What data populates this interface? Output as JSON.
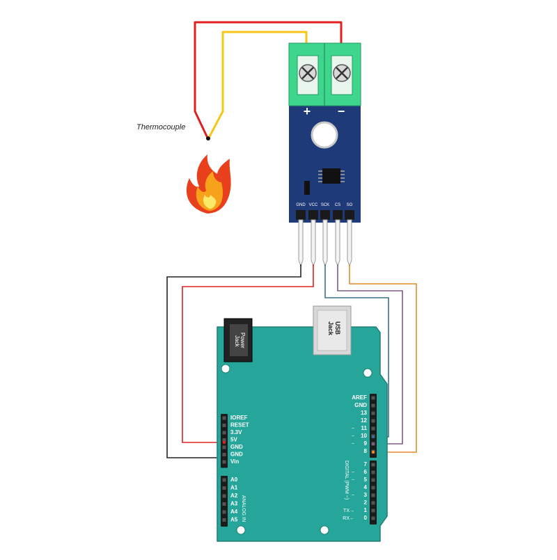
{
  "labels": {
    "thermocouple": "Thermocouple",
    "plus": "+",
    "minus": "−",
    "usb_jack": [
      "USB",
      "Jack"
    ],
    "power_jack": [
      "Power",
      "Jack"
    ],
    "digital_label": "DIGITAL (PWM ~)",
    "analog_label": "ANALOG IN"
  },
  "module_pins": [
    "GND",
    "VCC",
    "SCK",
    "CS",
    "SO"
  ],
  "power_header": [
    "IOREF",
    "RESET",
    "3.3V",
    "5V",
    "GND",
    "GND",
    "Vin"
  ],
  "analog_header": [
    "A0",
    "A1",
    "A2",
    "A3",
    "A4",
    "A5"
  ],
  "digital_top": [
    {
      "label": "AREF",
      "tilde": ""
    },
    {
      "label": "GND",
      "tilde": ""
    },
    {
      "label": "13",
      "tilde": ""
    },
    {
      "label": "12",
      "tilde": ""
    },
    {
      "label": "11",
      "tilde": "~"
    },
    {
      "label": "10",
      "tilde": "~"
    },
    {
      "label": "9",
      "tilde": "~"
    },
    {
      "label": "8",
      "tilde": ""
    }
  ],
  "digital_bottom": [
    {
      "label": "7",
      "tilde": ""
    },
    {
      "label": "6",
      "tilde": "~"
    },
    {
      "label": "5",
      "tilde": "~"
    },
    {
      "label": "4",
      "tilde": ""
    },
    {
      "label": "3",
      "tilde": "~"
    },
    {
      "label": "2",
      "tilde": ""
    },
    {
      "label": "1",
      "tilde": "TX→"
    },
    {
      "label": "0",
      "tilde": "RX←"
    }
  ],
  "colors": {
    "board": "#26a69a",
    "board_edge": "#1f7f76",
    "module": "#1e3a78",
    "terminal": "#3dd68c",
    "wire_red": "#e02020",
    "wire_yellow": "#f5c518",
    "wire_black": "#222222",
    "wire_blue": "#3a6f8a",
    "wire_purple": "#7d5a8c",
    "wire_orange": "#e8892b"
  }
}
